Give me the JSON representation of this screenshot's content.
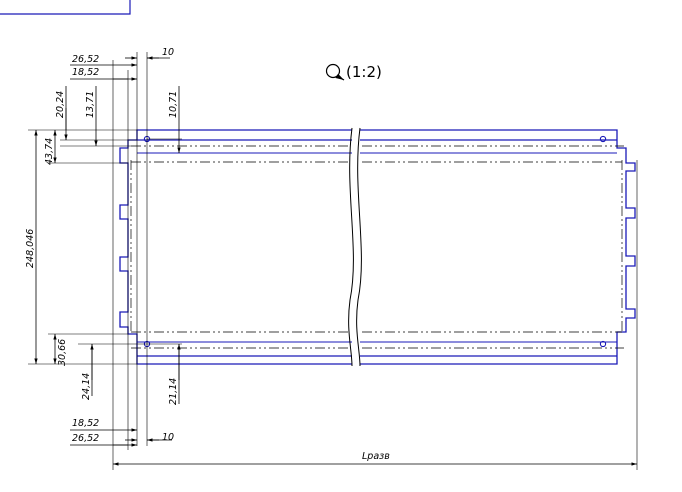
{
  "view_label": "(1:2)",
  "dimensions": {
    "top_26_52": "26,52",
    "top_18_52": "18,52",
    "top_10": "10",
    "left_20_24": "20,24",
    "left_13_71": "13,71",
    "mid_10_71": "10,71",
    "left_43_74": "43,74",
    "height_248": "248,046",
    "left_30_66": "30,66",
    "bottom_24_14": "24,14",
    "mid_21_14": "21,14",
    "bottom_18_52": "18,52",
    "bottom_26_52": "26,52",
    "bottom_10": "10",
    "length": "Lразв"
  },
  "colors": {
    "outline": "#1a1ab8",
    "dimension": "#000000"
  }
}
